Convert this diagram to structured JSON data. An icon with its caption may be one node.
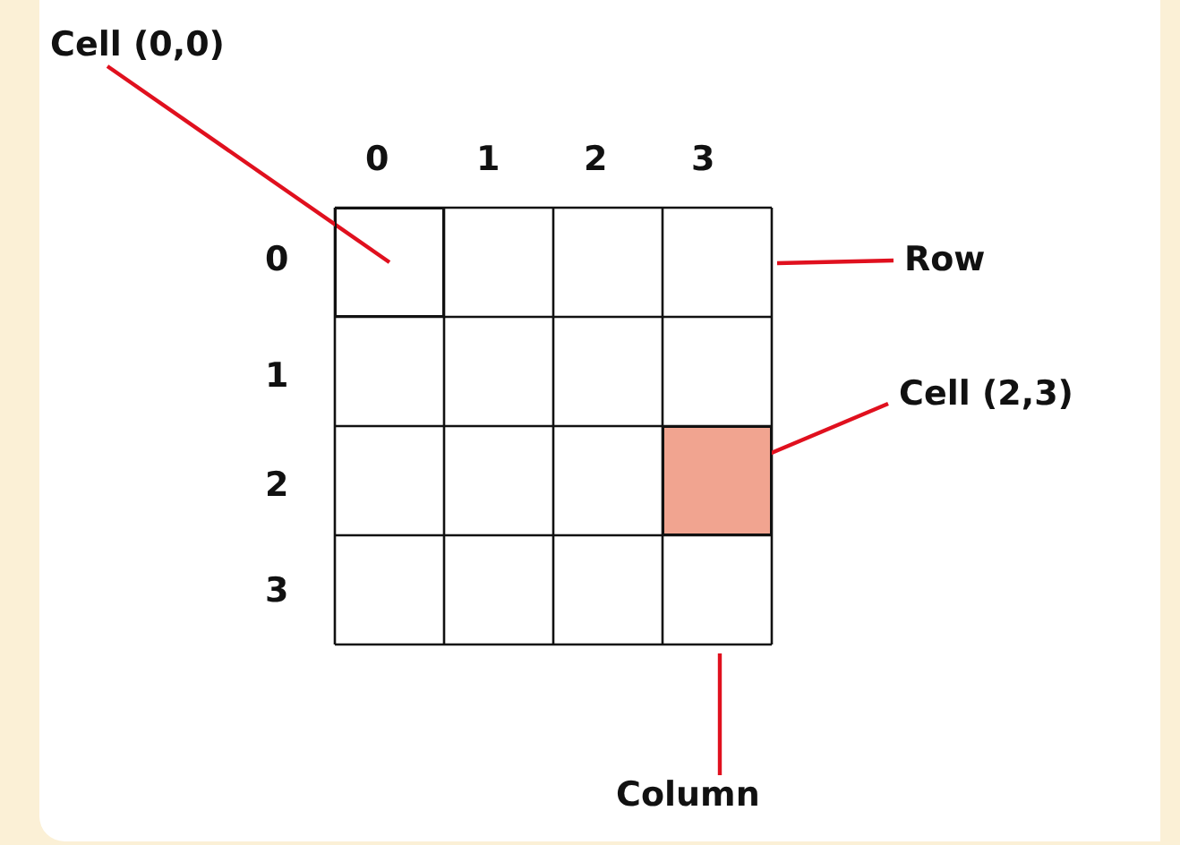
{
  "diagram": {
    "nodes": [
      {
        "text": [
          "Cell (0,0)"
        ]
      },
      {
        "text": [],
        "shape": "box"
      },
      {
        "text": [
          "Row"
        ]
      },
      {
        "text": [
          "Cell (2,3)"
        ]
      },
      {
        "text": [],
        "shape": "box"
      },
      {
        "text": [
          "Column"
        ]
      }
    ],
    "edges": [
      {
        "from": 0,
        "to": 1,
        "arrow": "none"
      },
      {
        "from": 2,
        "to": null,
        "arrow": "none"
      },
      {
        "from": 3,
        "to": 4,
        "arrow": "none"
      },
      {
        "from": 5,
        "to": null,
        "arrow": "none"
      }
    ],
    "labels": [
      "0",
      "1",
      "2",
      "3",
      "0",
      "1",
      "2",
      "3"
    ]
  }
}
